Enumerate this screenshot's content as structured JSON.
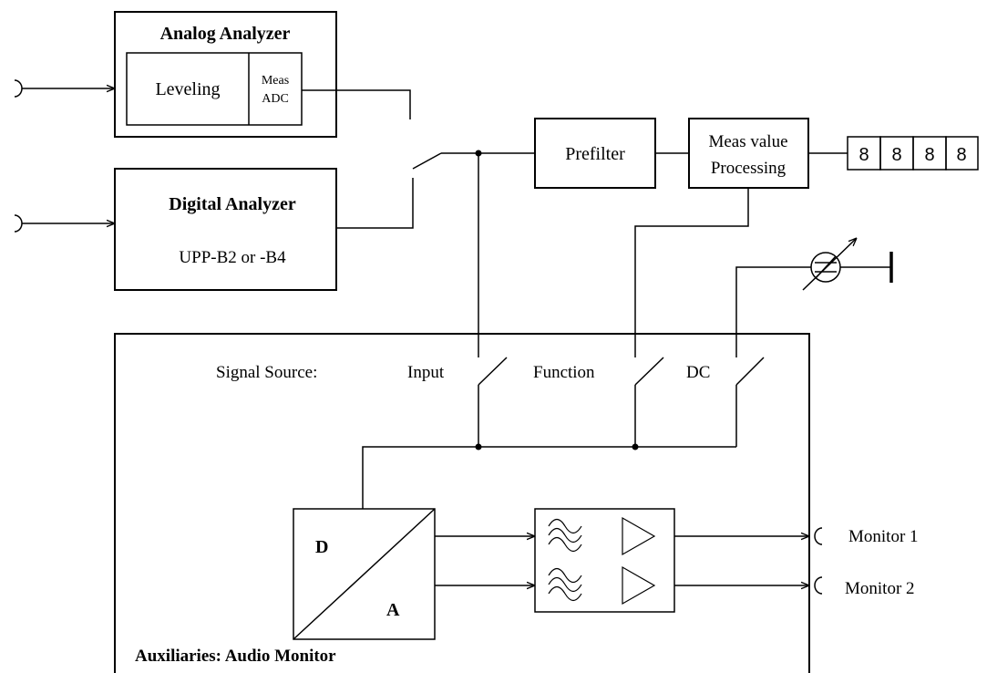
{
  "analog_analyzer": {
    "title": "Analog Analyzer",
    "leveling": "Leveling",
    "meas_line1": "Meas",
    "meas_line2": "ADC"
  },
  "digital_analyzer": {
    "title": "Digital Analyzer",
    "subtitle": "UPP-B2 or -B4"
  },
  "prefilter": "Prefilter",
  "meas_value": {
    "line1": "Meas value",
    "line2": "Processing"
  },
  "display_digits": [
    "8",
    "8",
    "8",
    "8"
  ],
  "aux_block": {
    "label": "Auxiliaries: Audio Monitor",
    "signal_source_label": "Signal Source:",
    "switches": [
      "Input",
      "Function",
      "DC"
    ]
  },
  "dac": {
    "d": "D",
    "a": "A"
  },
  "outputs": [
    "Monitor 1",
    "Monitor 2"
  ]
}
